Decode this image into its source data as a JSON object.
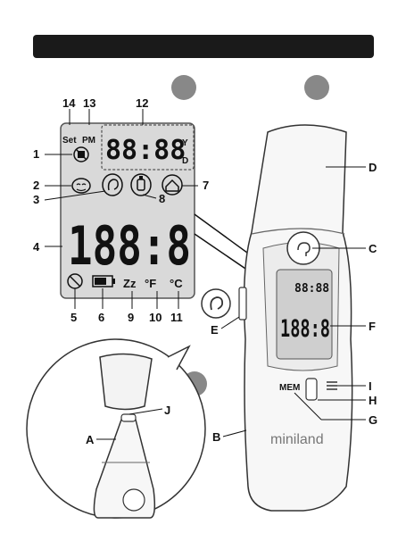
{
  "lcd": {
    "top_left_labels": [
      "Set",
      "PM"
    ],
    "time_digits": "88:88",
    "side_letters": [
      "Y",
      "D"
    ],
    "main_digits": "188:8",
    "fahrenheit": "°F",
    "celsius": "°C",
    "sleep": "Zz"
  },
  "device": {
    "mem_label": "MEM",
    "brand": "miniland"
  },
  "callouts": {
    "numbers": [
      "1",
      "2",
      "3",
      "4",
      "5",
      "6",
      "7",
      "8",
      "9",
      "10",
      "11",
      "12",
      "13",
      "14"
    ],
    "letters": [
      "A",
      "B",
      "C",
      "D",
      "E",
      "F",
      "G",
      "H",
      "I",
      "J"
    ]
  }
}
